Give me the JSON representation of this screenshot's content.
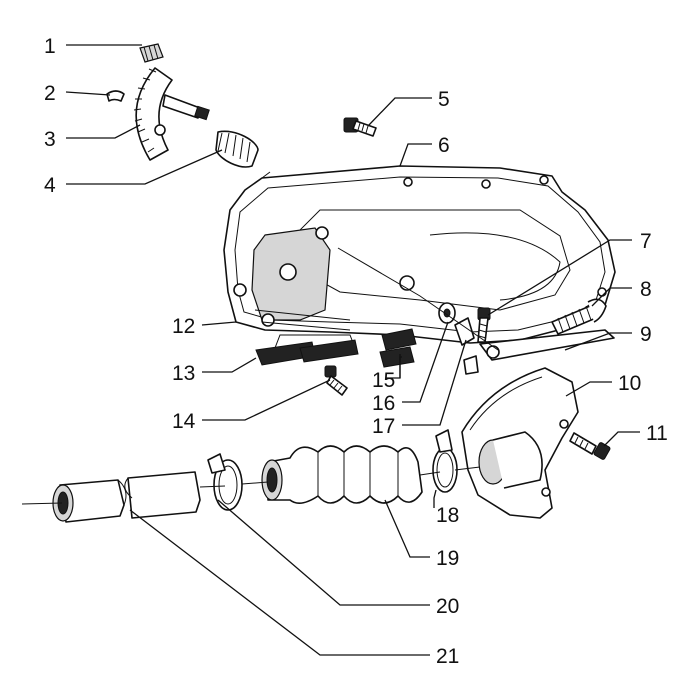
{
  "figure": {
    "type": "exploded-parts-diagram",
    "callouts": [
      {
        "id": "1",
        "label": "1"
      },
      {
        "id": "2",
        "label": "2"
      },
      {
        "id": "3",
        "label": "3"
      },
      {
        "id": "4",
        "label": "4"
      },
      {
        "id": "5",
        "label": "5"
      },
      {
        "id": "6",
        "label": "6"
      },
      {
        "id": "7",
        "label": "7"
      },
      {
        "id": "8",
        "label": "8"
      },
      {
        "id": "9",
        "label": "9"
      },
      {
        "id": "10",
        "label": "10"
      },
      {
        "id": "11",
        "label": "11"
      },
      {
        "id": "12",
        "label": "12"
      },
      {
        "id": "13",
        "label": "13"
      },
      {
        "id": "14",
        "label": "14"
      },
      {
        "id": "15",
        "label": "15"
      },
      {
        "id": "16",
        "label": "16"
      },
      {
        "id": "17",
        "label": "17"
      },
      {
        "id": "18",
        "label": "18"
      },
      {
        "id": "19",
        "label": "19"
      },
      {
        "id": "20",
        "label": "20"
      },
      {
        "id": "21",
        "label": "21"
      }
    ]
  }
}
